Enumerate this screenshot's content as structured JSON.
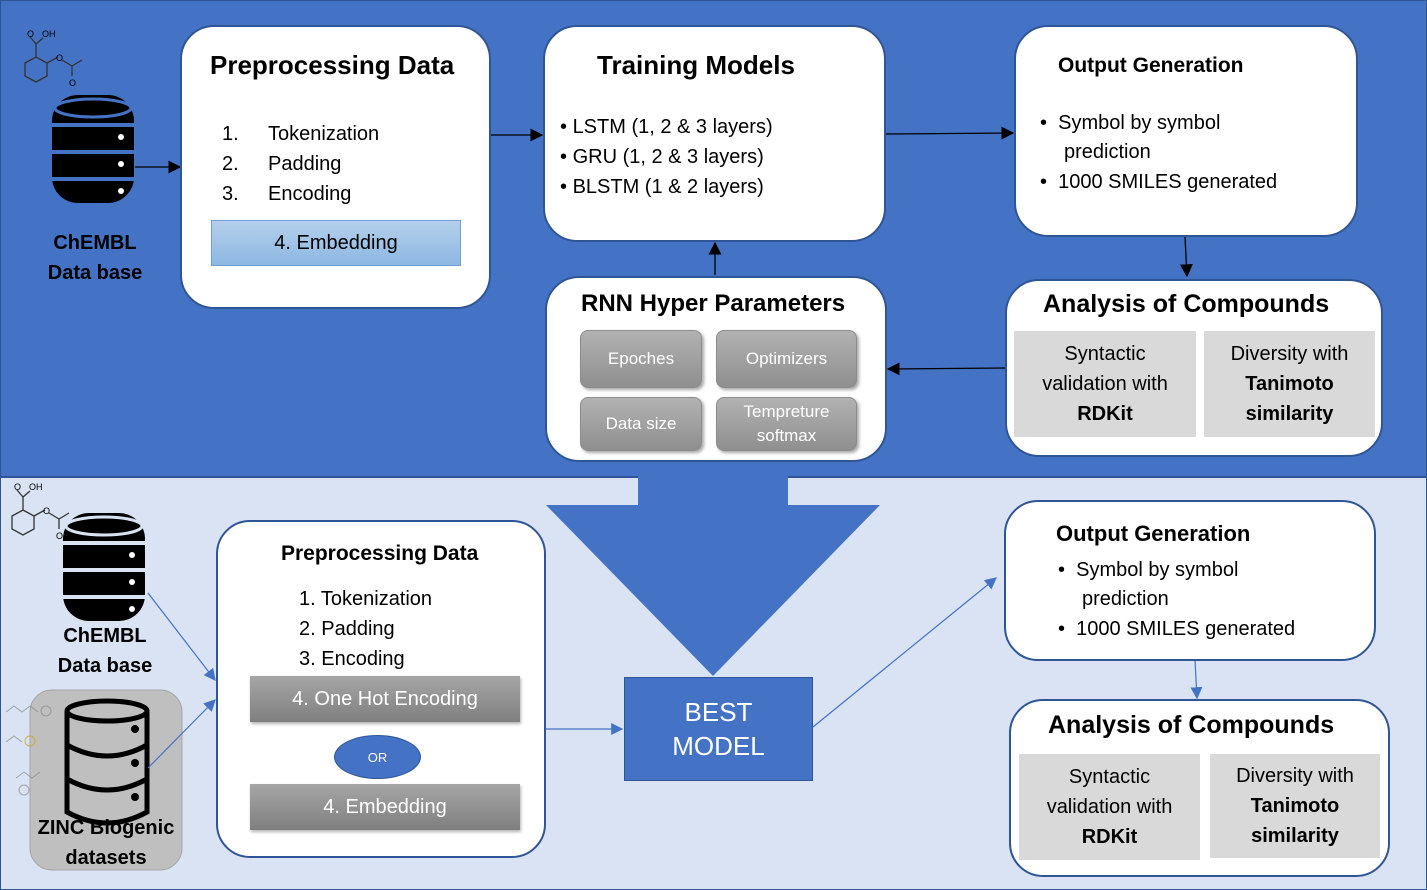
{
  "top": {
    "database": {
      "line1": "ChEMBL",
      "line2": "Data base"
    },
    "preprocessing": {
      "title": "Preprocessing Data",
      "items": [
        "Tokenization",
        "Padding",
        "Encoding"
      ],
      "numbers": [
        "1.",
        "2.",
        "3."
      ],
      "highlight": "4. Embedding"
    },
    "training": {
      "title": "Training Models",
      "items": [
        "LSTM (1, 2 & 3 layers)",
        "GRU (1, 2 & 3 layers)",
        "BLSTM (1 & 2 layers)"
      ],
      "icon": "neural-network-icon"
    },
    "output": {
      "title": "Output Generation",
      "item1a": "Symbol by symbol",
      "item1b": "prediction",
      "item2": "1000 SMILES generated"
    },
    "hyper": {
      "title": "RNN Hyper Parameters",
      "buttons": [
        "Epoches",
        "Optimizers",
        "Data size",
        "Tempreture",
        "softmax"
      ]
    },
    "analysis": {
      "title": "Analysis of Compounds",
      "left": {
        "l1": "Syntactic",
        "l2": "validation with",
        "l3": "RDKit"
      },
      "right": {
        "l1": "Diversity with",
        "l2": "Tanimoto",
        "l3": "similarity"
      }
    }
  },
  "bottom": {
    "database": {
      "line1": "ChEMBL",
      "line2": "Data base"
    },
    "zinc": {
      "line1": "ZINC Biogenic",
      "line2": "datasets"
    },
    "preprocessing": {
      "title": "Preprocessing Data",
      "items": [
        "1. Tokenization",
        "2. Padding",
        "3. Encoding"
      ],
      "one_hot": "4. One Hot Encoding",
      "or": "OR",
      "embedding": "4. Embedding"
    },
    "best_model": {
      "line1": "BEST",
      "line2": "MODEL"
    },
    "output": {
      "title": "Output Generation",
      "item1a": "Symbol by symbol",
      "item1b": "prediction",
      "item2": "1000 SMILES generated"
    },
    "analysis": {
      "title": "Analysis of Compounds",
      "left": {
        "l1": "Syntactic",
        "l2": "validation with",
        "l3": "RDKit"
      },
      "right": {
        "l1": "Diversity with",
        "l2": "Tanimoto",
        "l3": "similarity"
      }
    }
  },
  "colors": {
    "top_bg": "#4472c4",
    "bottom_bg": "#dae3f3",
    "best_model": "#4472c4",
    "embedding_highlight": "#9dc3e6"
  }
}
